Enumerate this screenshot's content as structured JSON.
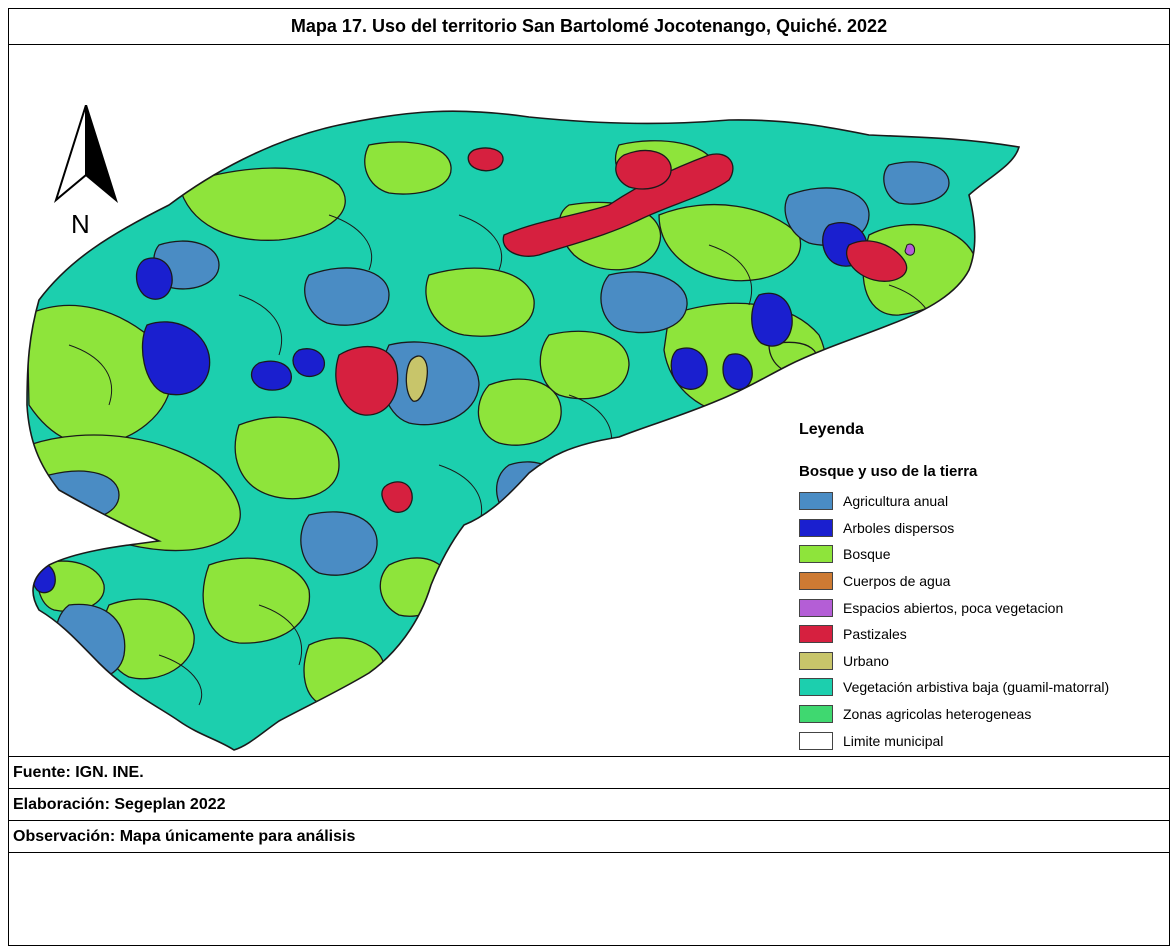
{
  "title": "Mapa 17. Uso del territorio San Bartolomé Jocotenango, Quiché. 2022",
  "north_label": "N",
  "legend": {
    "title": "Leyenda",
    "subtitle": "Bosque y uso de la tierra",
    "items": [
      {
        "label": "Agricultura anual",
        "color": "#4a8cc4"
      },
      {
        "label": "Arboles dispersos",
        "color": "#1a1fcf"
      },
      {
        "label": "Bosque",
        "color": "#8ee43b"
      },
      {
        "label": "Cuerpos de agua",
        "color": "#cd7a33"
      },
      {
        "label": "Espacios abiertos, poca vegetacion",
        "color": "#b45ed6"
      },
      {
        "label": "Pastizales",
        "color": "#d6203f"
      },
      {
        "label": "Urbano",
        "color": "#c8c56a"
      },
      {
        "label": "Vegetación arbistiva baja (guamil-matorral)",
        "color": "#1ccfae"
      },
      {
        "label": "Zonas agricolas heterogeneas",
        "color": "#3fd870"
      },
      {
        "label": "Limite municipal",
        "color": "#ffffff"
      }
    ]
  },
  "footer": {
    "source": "Fuente: IGN. INE.",
    "elaboration": "Elaboración: Segeplan 2022",
    "observation": "Observación: Mapa únicamente para análisis"
  }
}
